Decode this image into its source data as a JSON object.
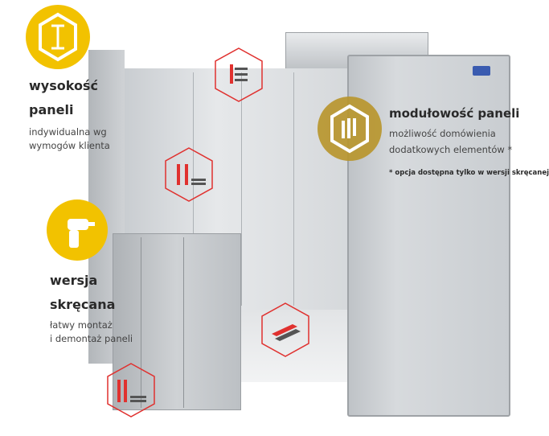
{
  "features": {
    "height": {
      "title_line1": "wysokość",
      "title_line2": "paneli",
      "desc_line1": "indywidualna wg",
      "desc_line2": "wymogów klienta",
      "icon": "height-arrow-icon",
      "color": "#f2c200"
    },
    "modularity": {
      "title": "modułowość paneli",
      "desc_line1": "możliwość domówienia",
      "desc_line2": "dodatkowych elementów *",
      "footnote": "* opcja dostępna tylko w wersji skręcanej",
      "icon": "panels-icon",
      "color": "#b8962e"
    },
    "bolted": {
      "title_line1": "wersja",
      "title_line2": "skręcana",
      "desc_line1": "łatwy montaż",
      "desc_line2": "i demontaż paneli",
      "icon": "drill-icon",
      "color": "#f2c200"
    }
  },
  "accent_red": "#e0312f"
}
